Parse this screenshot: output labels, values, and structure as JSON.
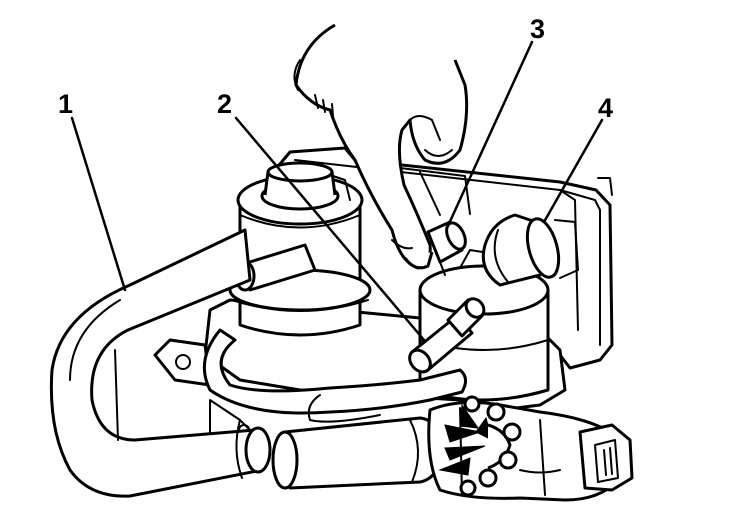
{
  "callouts": [
    {
      "id": "1",
      "label": "1"
    },
    {
      "id": "2",
      "label": "2"
    },
    {
      "id": "3",
      "label": "3"
    },
    {
      "id": "4",
      "label": "4"
    }
  ],
  "colors": {
    "stroke": "#000000",
    "fill": "#ffffff"
  }
}
